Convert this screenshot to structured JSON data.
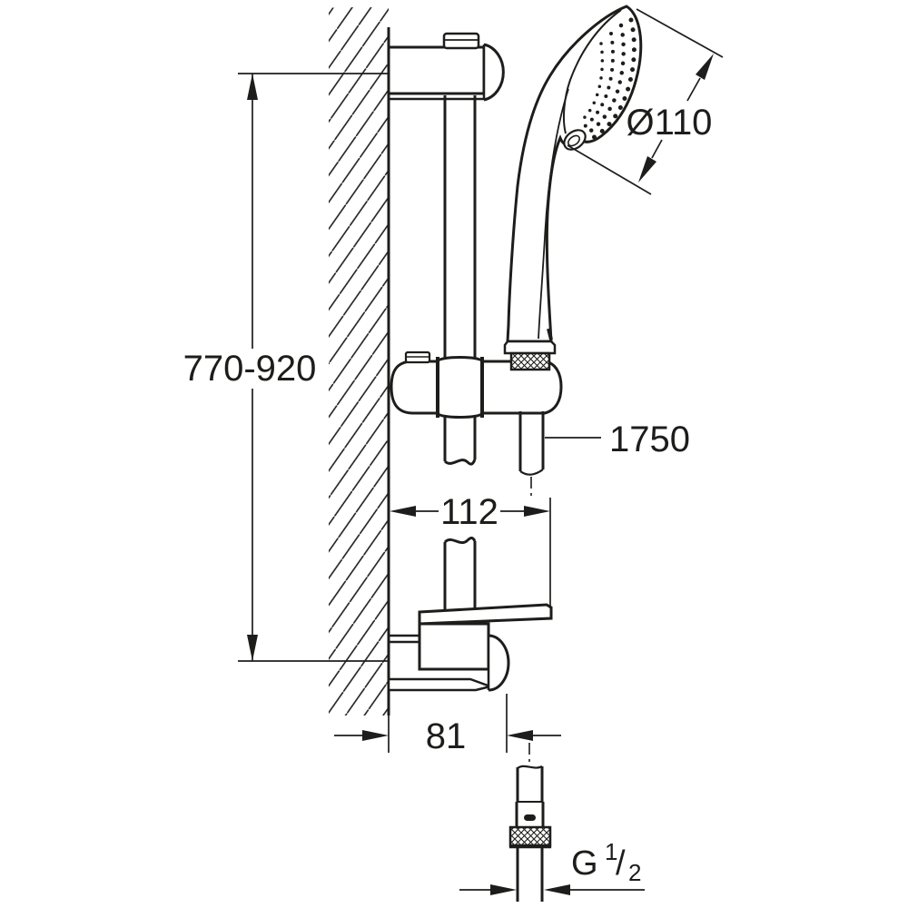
{
  "drawing": {
    "background_color": "#ffffff",
    "line_color": "#1d1d1b",
    "dimensions": {
      "rail_height_range": "770-920",
      "head_diameter": "Ø110",
      "hose_length": "1750",
      "holder_depth": "112",
      "bracket_depth": "81",
      "thread": {
        "g": "G",
        "numerator": "1",
        "slash": "/",
        "denominator": "2"
      }
    }
  }
}
